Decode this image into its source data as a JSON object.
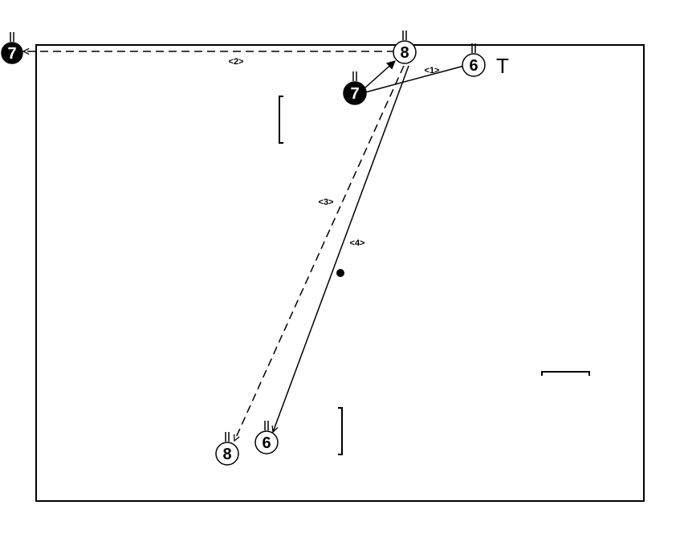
{
  "players": {
    "p7_top_left": {
      "number": "7",
      "style": "filled"
    },
    "p8_top": {
      "number": "8",
      "style": "outline"
    },
    "p6_top": {
      "number": "6",
      "style": "outline"
    },
    "p7_mid": {
      "number": "7",
      "style": "filled"
    },
    "p8_bottom": {
      "number": "8",
      "style": "outline"
    },
    "p6_bottom": {
      "number": "6",
      "style": "outline"
    }
  },
  "passes": {
    "pass_1": "<1>",
    "pass_2": "<2>",
    "pass_3": "<3>",
    "pass_4": "<4>"
  },
  "markers": {
    "t_label": "T"
  },
  "colors": {
    "ink": "#000000",
    "paper": "#ffffff"
  }
}
